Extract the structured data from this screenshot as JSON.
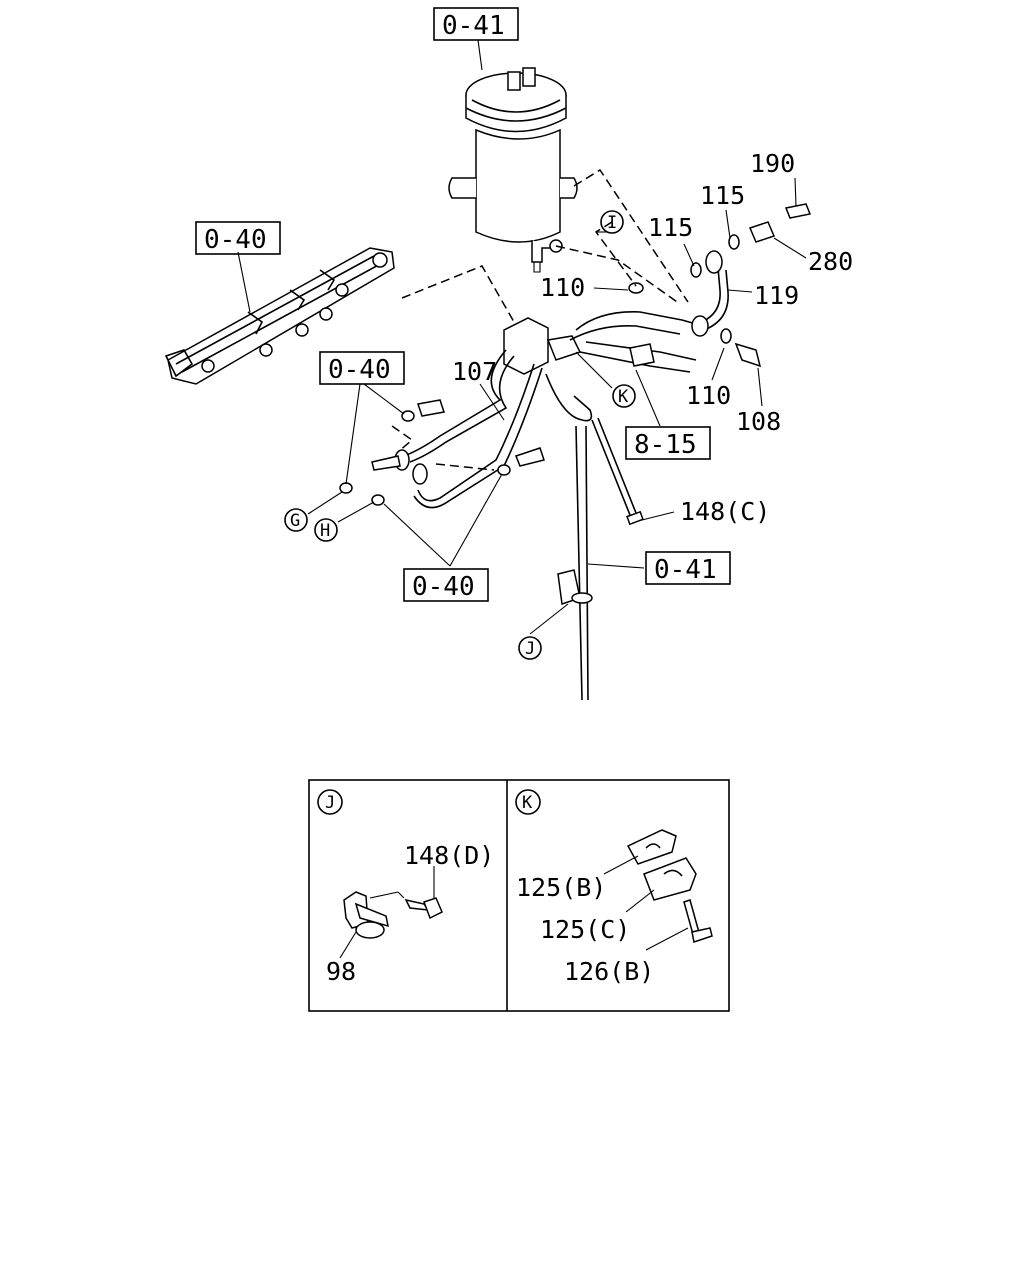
{
  "references": {
    "tank_top": "0-41",
    "rail_left": "0-40",
    "left_mid": "0-40",
    "bottom_mid": "0-40",
    "section": "8-15",
    "dipstick": "0-41"
  },
  "parts": {
    "p190": "190",
    "p115a": "115",
    "p115b": "115",
    "p280": "280",
    "p110a": "110",
    "p119": "119",
    "p107": "107",
    "p110b": "110",
    "p108": "108",
    "p148c": "148(C)"
  },
  "circles": {
    "I": "I",
    "K": "K",
    "G": "G",
    "H": "H",
    "J": "J"
  },
  "detail_j": {
    "title": "J",
    "p148d": "148(D)",
    "p98": "98"
  },
  "detail_k": {
    "title": "K",
    "p125b": "125(B)",
    "p125c": "125(C)",
    "p126b": "126(B)"
  }
}
